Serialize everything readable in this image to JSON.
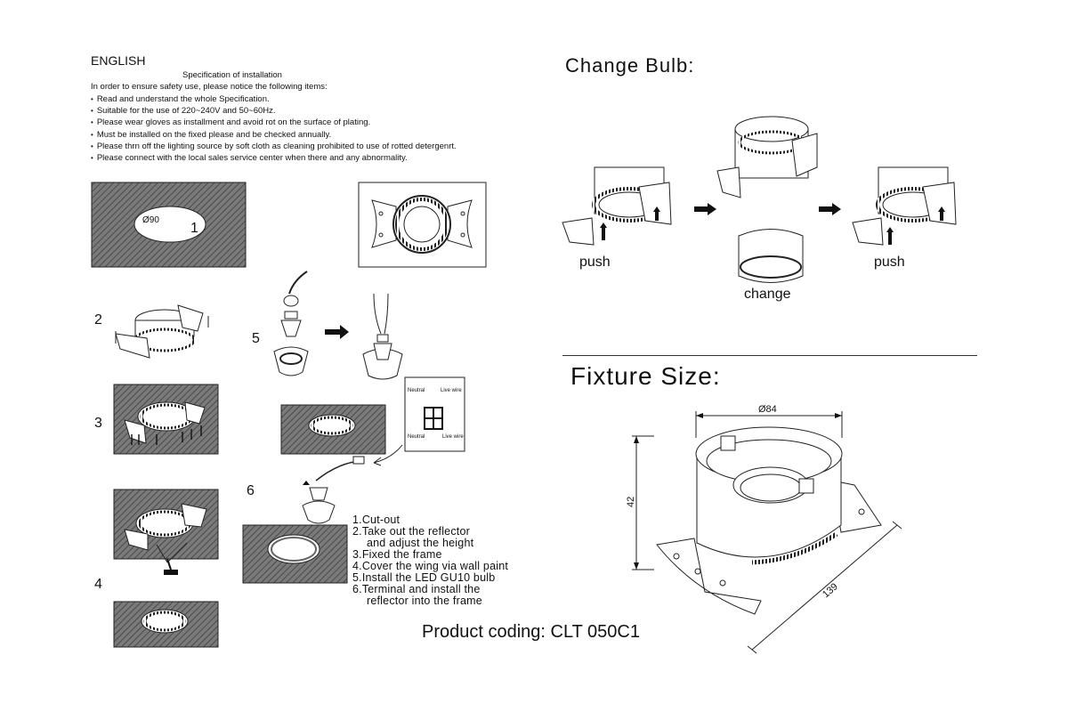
{
  "header": {
    "language": "ENGLISH",
    "spec_title": "Specification of installation",
    "intro": "In order to ensure safety use, please notice the following items:"
  },
  "safety_items": [
    "Read and understand the whole Specification.",
    "Suitable for the use of 220~240V and 50~60Hz.",
    "Please wear gloves as installment and avoid rot on the surface of plating.",
    "Must be installed on the fixed please and be checked annually.",
    "Please thrn off the lighting source by soft cloth as cleaning prohibited to use of rotted detergenrt.",
    "Please connect with the local sales service center when there and any abnormality."
  ],
  "diagram": {
    "hole_label": "Ø90",
    "step_numbers": [
      "1",
      "2",
      "3",
      "4",
      "5",
      "6"
    ],
    "wiring_neutral": "Neutral",
    "wiring_live": "Live wire"
  },
  "steps": {
    "s1": "1.Cut-out",
    "s2a": "2.Take out the reflector",
    "s2b": "and adjust the height",
    "s3": "3.Fixed the frame",
    "s4": "4.Cover the wing via wall paint",
    "s5": "5.Install the LED GU10 bulb",
    "s6a": "6.Terminal and install the",
    "s6b": "reflector into the frame"
  },
  "change_bulb": {
    "title": "Change Bulb:",
    "push_left": "push",
    "change": "change",
    "push_right": "push"
  },
  "fixture_size": {
    "title": "Fixture Size:",
    "diameter": "Ø84",
    "height": "42",
    "width": "139"
  },
  "product": "Product coding: CLT 050C1"
}
